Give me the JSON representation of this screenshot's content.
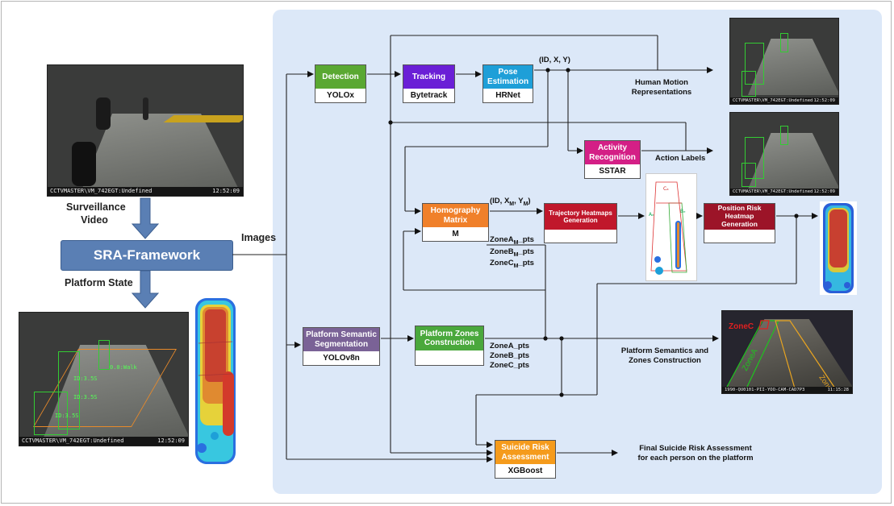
{
  "left": {
    "surveillance_label": "Surveillance Video",
    "framework_label": "SRA-Framework",
    "platform_state_label": "Platform State",
    "images_label": "Images",
    "cam_caption": "CCTVMASTER\\VM_742EGT:Undefined",
    "cam_time": "12:52:09",
    "overlay_walk": "0.0:Walk",
    "overlay_1": "ID:3.5S",
    "overlay_2": "ID:3.5S",
    "overlay_3": "ID:3.5S"
  },
  "modules": {
    "detection": {
      "title": "Detection",
      "sub": "YOLOx",
      "color": "#5aa832"
    },
    "tracking": {
      "title": "Tracking",
      "sub": "Bytetrack",
      "color": "#6a1fd6"
    },
    "pose": {
      "title": "Pose Estimation",
      "sub": "HRNet",
      "color": "#1e9fd8"
    },
    "activity": {
      "title": "Activity Recognition",
      "sub": "SSTAR",
      "color": "#d41f86"
    },
    "homography": {
      "title": "Homography Matrix",
      "sub": "M",
      "color": "#f0802a"
    },
    "trajectory": {
      "title": "Trajectory Heatmaps Generation",
      "sub": "",
      "color": "#c0172b"
    },
    "position_risk": {
      "title": "Position Risk Heatmap Generation",
      "sub": "",
      "color": "#9c1428"
    },
    "semantic": {
      "title": "Platform Semantic Segmentation",
      "sub": "YOLOv8n",
      "color": "#7a6296"
    },
    "zones": {
      "title": "Platform Zones Construction",
      "sub": "",
      "color": "#4aa83c"
    },
    "suicide": {
      "title": "Suicide Risk Assessment",
      "sub": "XGBoost",
      "color": "#f59b1c"
    }
  },
  "labels": {
    "id_xy": "(ID, X, Y)",
    "human_motion": "Human Motion",
    "human_motion2": "Representations",
    "action_labels": "Action Labels",
    "id_xm_ym": "(ID, X",
    "zoneA_m": "ZoneA",
    "zoneB_m": "ZoneB",
    "zoneC_m": "ZoneC",
    "sub_m": "M",
    "pts": "_pts",
    "zoneA": "ZoneA_pts",
    "zoneB": "ZoneB_pts",
    "zoneC": "ZoneC_pts",
    "semantics1": "Platform Semantics and",
    "semantics2": "Zones Construction",
    "final1": "Final Suicide Risk Assessment",
    "final2": "for each person on the platform"
  },
  "zone_image": {
    "zone_c": "ZoneC",
    "zone_a": "ZoneA",
    "zone_b": "ZoneB",
    "caption": "1990-QU0101-PII-YOO-CAM-CAD7P3",
    "time": "11:15:28"
  },
  "traj_plot": {
    "l1": "Cₐ",
    "l2": "Aₑ",
    "l3": "Bₑ"
  }
}
